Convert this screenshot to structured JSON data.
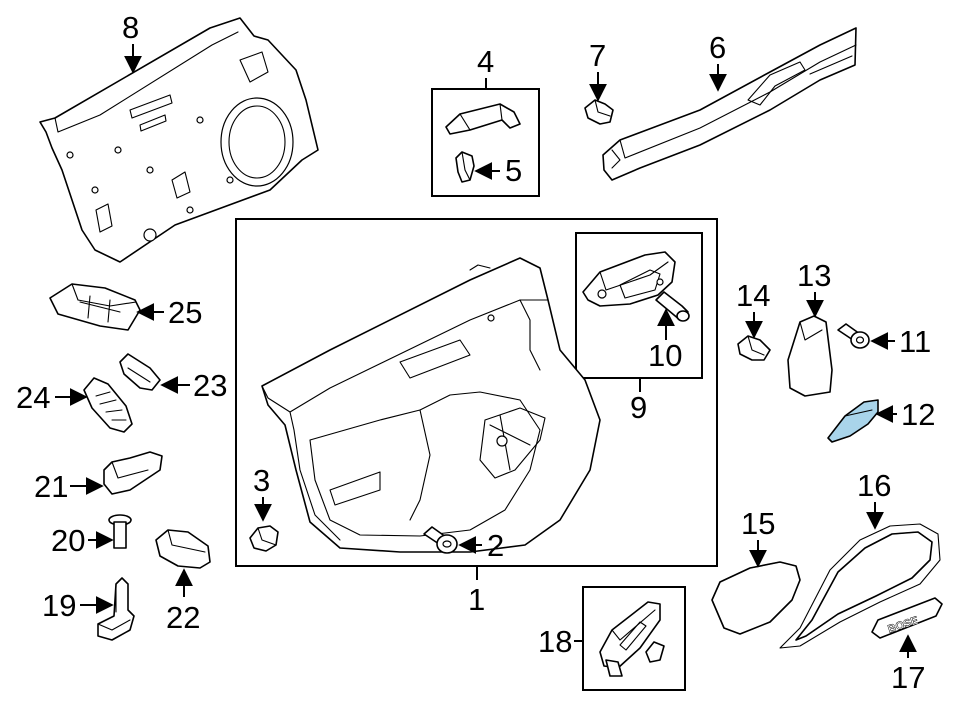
{
  "callouts": {
    "c1": "1",
    "c2": "2",
    "c3": "3",
    "c4": "4",
    "c5": "5",
    "c6": "6",
    "c7": "7",
    "c8": "8",
    "c9": "9",
    "c10": "10",
    "c11": "11",
    "c12": "12",
    "c13": "13",
    "c14": "14",
    "c15": "15",
    "c16": "16",
    "c17": "17",
    "c18": "18",
    "c19": "19",
    "c20": "20",
    "c21": "21",
    "c22": "22",
    "c23": "23",
    "c24": "24",
    "c25": "25"
  },
  "badge_text": "BOSE",
  "colors": {
    "line": "#000000",
    "background": "#ffffff",
    "highlight": "#a9d4ea"
  }
}
